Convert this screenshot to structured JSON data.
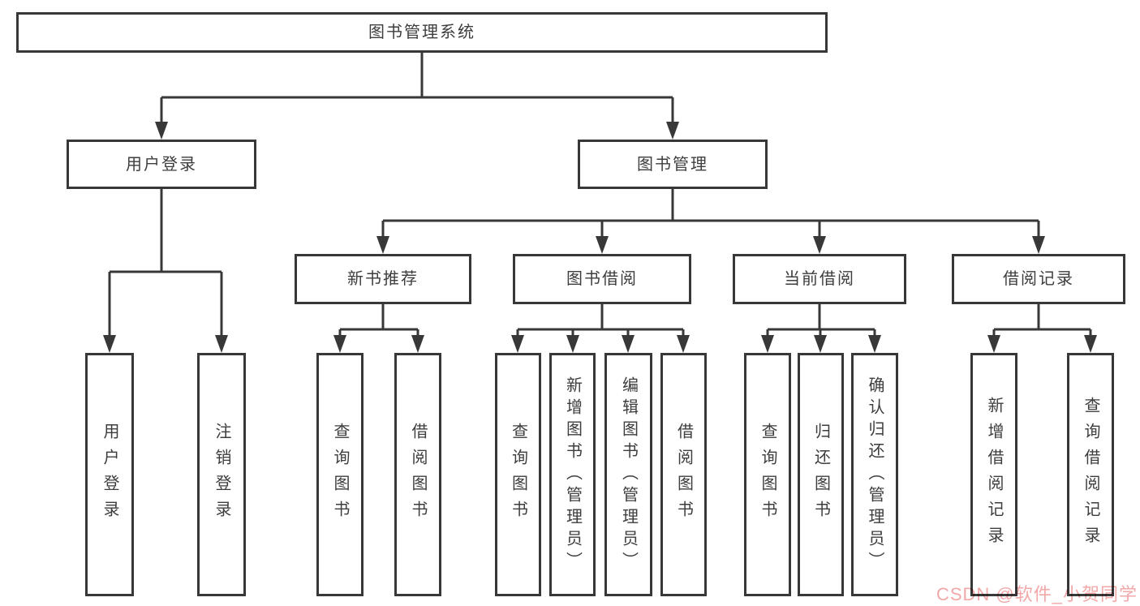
{
  "diagram": {
    "type": "hierarchy-tree",
    "colors": {
      "line": "#383838",
      "box_border": "#383838",
      "text": "#3d3d3d",
      "background": "#ffffff",
      "watermark": "#f2a8a8"
    },
    "watermark": {
      "text": "CSDN @软件_小贺同学"
    },
    "nodes": {
      "root": {
        "label": "图书管理系统"
      },
      "level2": [
        {
          "label": "用户登录",
          "parent": "图书管理系统"
        },
        {
          "label": "图书管理",
          "parent": "图书管理系统"
        }
      ],
      "level3": [
        {
          "label": "新书推荐",
          "parent": "图书管理"
        },
        {
          "label": "图书借阅",
          "parent": "图书管理"
        },
        {
          "label": "当前借阅",
          "parent": "图书管理"
        },
        {
          "label": "借阅记录",
          "parent": "图书管理"
        }
      ],
      "leaves": [
        {
          "label": "用户登录",
          "parent": "用户登录"
        },
        {
          "label": "注销登录",
          "parent": "用户登录"
        },
        {
          "label": "查询图书",
          "parent": "新书推荐"
        },
        {
          "label": "借阅图书",
          "parent": "新书推荐"
        },
        {
          "label": "查询图书",
          "parent": "图书借阅"
        },
        {
          "label": "新增图书（管理员）",
          "parent": "图书借阅"
        },
        {
          "label": "编辑图书（管理员）",
          "parent": "图书借阅"
        },
        {
          "label": "借阅图书",
          "parent": "图书借阅"
        },
        {
          "label": "查询图书",
          "parent": "当前借阅"
        },
        {
          "label": "归还图书",
          "parent": "当前借阅"
        },
        {
          "label": "确认归还（管理员）",
          "parent": "当前借阅"
        },
        {
          "label": "新增借阅记录",
          "parent": "借阅记录"
        },
        {
          "label": "查询借阅记录",
          "parent": "借阅记录"
        }
      ]
    }
  }
}
